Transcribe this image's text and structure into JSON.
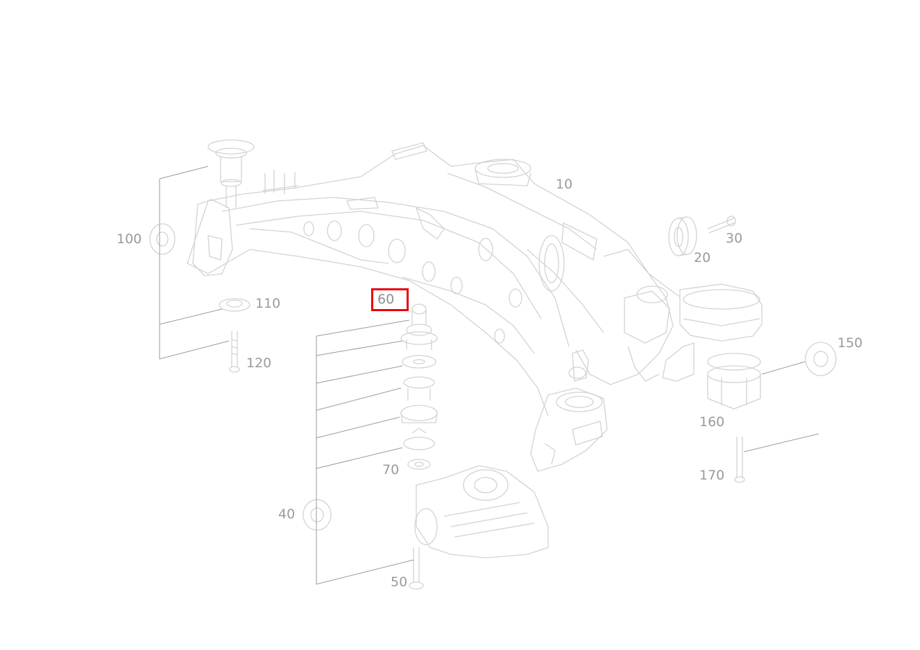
{
  "diagram": {
    "highlight_color": "#e8000a",
    "line_color": "#d2d2d2",
    "label_color": "#9a9a9a",
    "selected_part": "60",
    "part_labels": {
      "p10": "10",
      "p20": "20",
      "p30": "30",
      "p40": "40",
      "p50": "50",
      "p60": "60",
      "p70": "70",
      "p100": "100",
      "p110": "110",
      "p120": "120",
      "p150": "150",
      "p160": "160",
      "p170": "170"
    }
  }
}
